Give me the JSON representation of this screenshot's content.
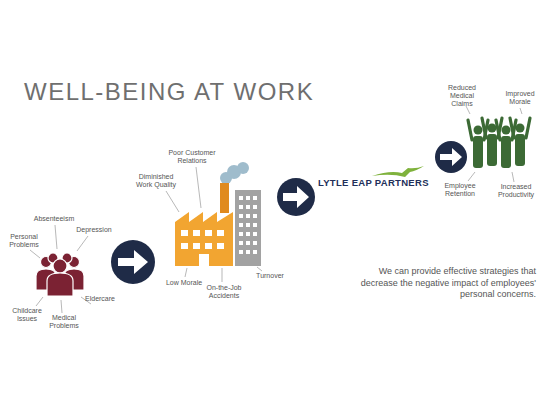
{
  "diagram": {
    "title": "WELL-BEING AT WORK",
    "caption": "We can provide effective strategies that decrease the negative impact of employees' personal concerns.",
    "labels": [
      "Personal Problems",
      "Absenteeism",
      "Depression",
      "Childcare Issues",
      "Medical Problems",
      "Eldercare",
      "Poor Customer Relations",
      "Diminished Work Quality",
      "Low Morale",
      "On-the-Job Accidents",
      "Turnover",
      "LYTLE EAP PARTNERS",
      "Reduced Medical Claims",
      "Improved Morale",
      "Employee Retention",
      "Increased Productivity"
    ]
  }
}
